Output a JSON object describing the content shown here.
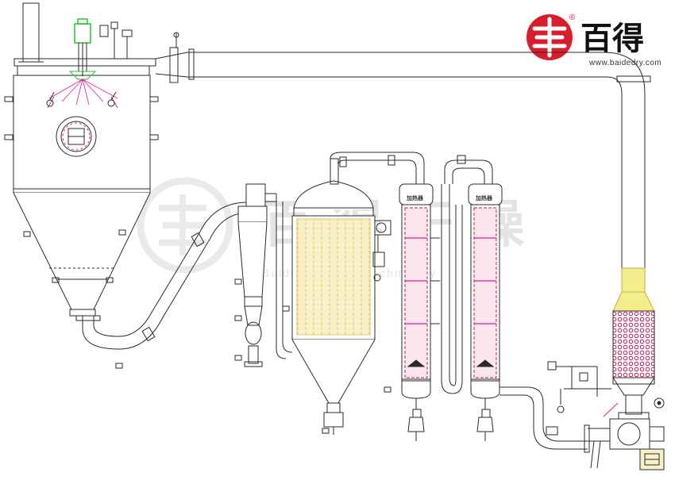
{
  "brand": {
    "name_cn": "百得",
    "website": "www.baidedry.com",
    "registered_mark": "®",
    "logo_color": "#d81e2a"
  },
  "watermark": {
    "name_cn": "百得干燥",
    "subtitle_en": "Baideng Drying Technology",
    "color": "#e6e6e6"
  },
  "column_labels": [
    "加热器",
    "加热器"
  ],
  "colors": {
    "line": "#2a2a2a",
    "magenta": "#e0199a",
    "green": "#22c32b",
    "yellow": "#f3ee8c",
    "grid": "#c2185b",
    "heater_fill": "#fde6ec",
    "tan": "#f7f0c8"
  },
  "icons": [
    "logo-icon",
    "valve-icon",
    "gauge-icon",
    "motor-icon"
  ]
}
